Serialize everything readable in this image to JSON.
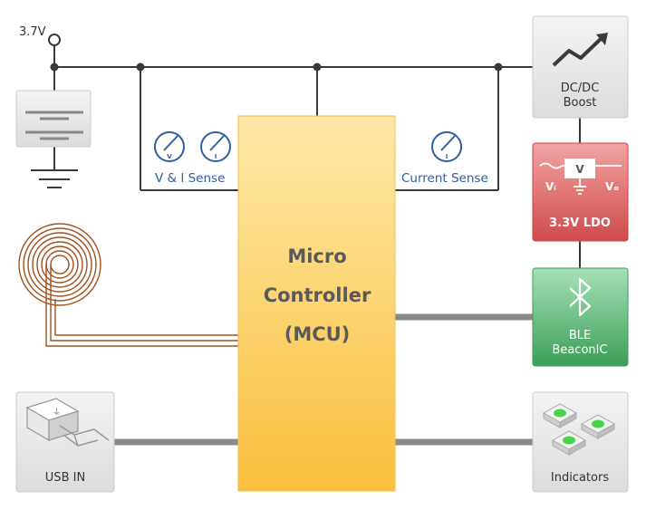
{
  "supply": {
    "voltage_label": "3.7V"
  },
  "sense": {
    "vi_label": "V & I Sense",
    "current_label": "Current Sense",
    "v_glyph": "V",
    "i_glyph": "I"
  },
  "mcu": {
    "line1": "Micro",
    "line2": "Controller",
    "line3": "(MCU)"
  },
  "boost": {
    "line1": "DC/DC",
    "line2": "Boost"
  },
  "ldo": {
    "label": "3.3V LDO",
    "box_letter": "V",
    "vin": "Vᵢ",
    "vout": "Vₒ"
  },
  "ble": {
    "line1": "BLE",
    "line2": "BeaconIC"
  },
  "usb": {
    "label": "USB IN"
  },
  "indicators": {
    "label": "Indicators"
  },
  "colors": {
    "wire": "#3a3a3a",
    "bus": "#888888",
    "sense_blue": "#2f5f9e",
    "coil": "#a0521e",
    "ldo_red": "#d55a5a",
    "ble_green": "#4fae6d",
    "led_green": "#46d44a"
  }
}
